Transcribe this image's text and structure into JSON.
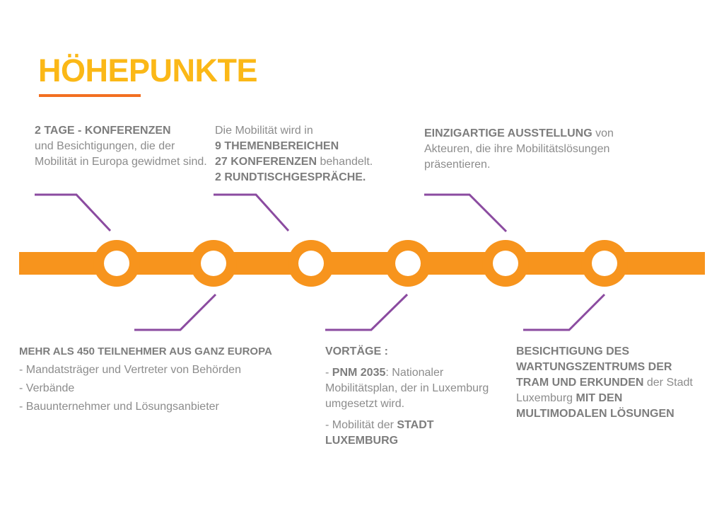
{
  "title": "HÖHEPUNKTE",
  "colors": {
    "title": "#fbb817",
    "underline": "#f26f21",
    "track": "#f7941d",
    "connector": "#8b4ba0",
    "text": "#8c8c8c"
  },
  "blocks": {
    "b1": {
      "bold": "2 TAGE - KONFERENZEN",
      "text": "und Besichtigungen, die der Mobilität in Europa gewidmet sind."
    },
    "b2": {
      "line1": "Die Mobilität wird in",
      "bold2": "9 THEMENBEREICHEN",
      "bold3": "27 KONFERENZEN",
      "text3": " behandelt.",
      "bold4": "2 RUNDTISCHGESPRÄCHE."
    },
    "b3": {
      "bold": "EINZIGARTIGE AUSSTELLUNG",
      "text": " von Akteuren, die ihre Mobilitätslösungen präsentieren."
    },
    "b4": {
      "heading": "MEHR ALS 450 TEILNEHMER AUS GANZ EUROPA",
      "items": [
        "- Mandatsträger und Vertreter von Behörden",
        "- Verbände",
        "- Bauunternehmer und Lösungsanbieter"
      ]
    },
    "b5": {
      "heading": "VORTÄGE :",
      "p1_prefix": "- ",
      "p1_bold": "PNM 2035",
      "p1_text": ": Nationaler Mobilitätsplan, der in Luxemburg umgesetzt wird.",
      "p2_text": "- Mobilität der ",
      "p2_bold": "STADT LUXEMBURG"
    },
    "b6": {
      "bold1": "BESICHTIGUNG DES WARTUNGSZENTRUMS DER TRAM UND ERKUNDEN",
      "text1": " der Stadt Luxemburg ",
      "bold2": "MIT DEN MULTIMODALEN LÖSUNGEN"
    }
  }
}
